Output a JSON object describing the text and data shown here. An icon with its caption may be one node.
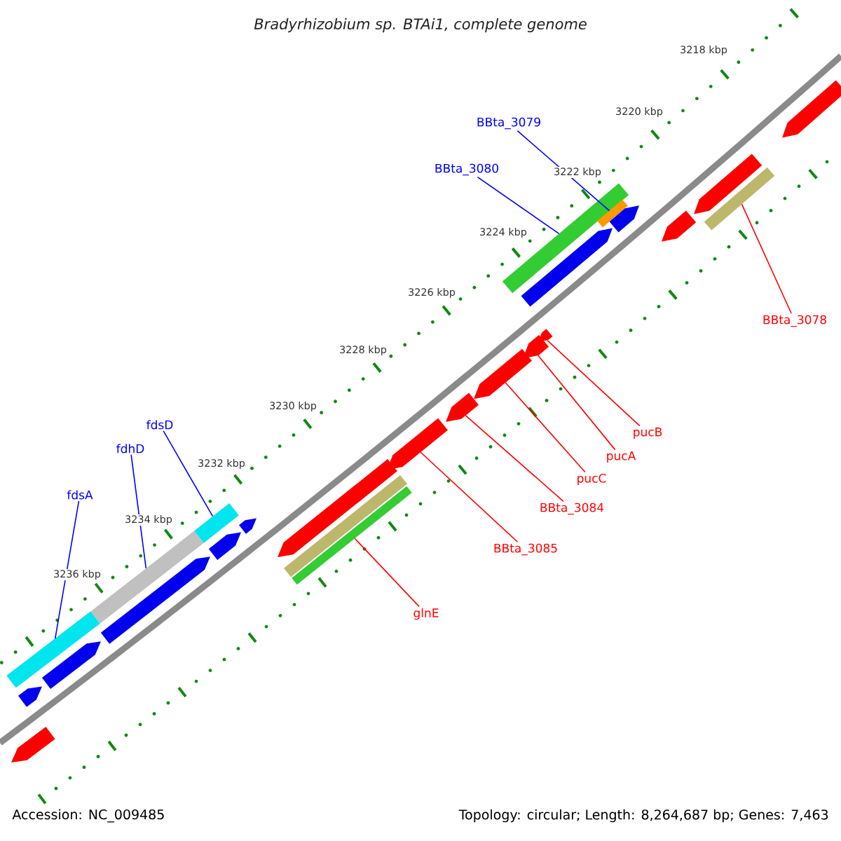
{
  "diagram": {
    "title": "Bradyrhizobium sp. BTAi1, complete genome",
    "nodes": [
      {
        "text": [
          "BBta_3079"
        ]
      },
      {
        "text": [
          "BBta_3080"
        ]
      },
      {
        "text": [
          "BBta_3078"
        ]
      },
      {
        "text": [
          "pucB"
        ]
      },
      {
        "text": [
          "pucA"
        ]
      },
      {
        "text": [
          "pucC"
        ]
      },
      {
        "text": [
          "fdsD"
        ]
      },
      {
        "text": [
          "fdhD"
        ]
      },
      {
        "text": [
          "BBta_3084"
        ]
      },
      {
        "text": [
          "fdsA"
        ]
      },
      {
        "text": [
          "BBta_3085"
        ]
      },
      {
        "text": [
          "glnE"
        ]
      },
      {
        "text": [],
        "shape": "bar"
      },
      {
        "text": [],
        "shape": "pentagon"
      },
      {
        "text": [],
        "shape": "pentagon"
      },
      {
        "text": [],
        "shape": "pentagon"
      },
      {
        "text": [],
        "shape": "bar"
      },
      {
        "text": [],
        "shape": "pentagon"
      },
      {
        "text": [],
        "shape": "bar"
      },
      {
        "text": [],
        "shape": "pentagon"
      },
      {
        "text": [],
        "shape": "pentagon"
      },
      {
        "text": [],
        "shape": "pentagon"
      },
      {
        "text": [],
        "shape": "bar"
      },
      {
        "text": [],
        "shape": "bar"
      },
      {
        "text": [],
        "shape": "pentagon"
      },
      {
        "text": [],
        "shape": "pentagon"
      },
      {
        "text": [],
        "shape": "pentagon"
      },
      {
        "text": [],
        "shape": "bar"
      },
      {
        "text": [],
        "shape": "pentagon"
      },
      {
        "text": [],
        "shape": "pentagon"
      },
      {
        "text": [],
        "shape": "pentagon"
      },
      {
        "text": [],
        "shape": "bar"
      },
      {
        "text": [],
        "shape": "pentagon"
      },
      {
        "text": [],
        "shape": "pentagon"
      },
      {
        "text": [],
        "shape": "pentagon"
      },
      {
        "text": [],
        "shape": "bar"
      },
      {
        "text": [],
        "shape": "pentagon"
      }
    ],
    "edges": [
      {
        "from": 0,
        "to": 31,
        "arrow": "none",
        "color": "#0000ff"
      },
      {
        "from": 1,
        "to": 27,
        "arrow": "none",
        "color": "#0000ff"
      },
      {
        "from": 2,
        "to": 35,
        "arrow": "none"
      },
      {
        "from": 3,
        "to": 30,
        "arrow": "none"
      },
      {
        "from": 4,
        "to": 28,
        "arrow": "none"
      },
      {
        "from": 5,
        "to": 26,
        "arrow": "none"
      },
      {
        "from": 6,
        "to": 18,
        "arrow": "none",
        "color": "#0000ff"
      },
      {
        "from": 7,
        "to": 16,
        "arrow": "none",
        "color": "#0000ff"
      },
      {
        "from": 8,
        "to": 25,
        "arrow": "none"
      },
      {
        "from": 9,
        "to": 12,
        "arrow": "none",
        "color": "#0000ff"
      },
      {
        "from": 10,
        "to": 24,
        "arrow": "none"
      },
      {
        "from": 11,
        "to": 23,
        "arrow": "none"
      }
    ],
    "labels": [
      "3218 kbp",
      "3220 kbp",
      "3222 kbp",
      "3224 kbp",
      "3226 kbp",
      "3228 kbp",
      "3230 kbp",
      "3232 kbp",
      "3234 kbp",
      "3236 kbp",
      "Accession: NC_009485",
      "Topology: circular; Length: 8,264,687 bp; Genes: 7,463"
    ]
  }
}
